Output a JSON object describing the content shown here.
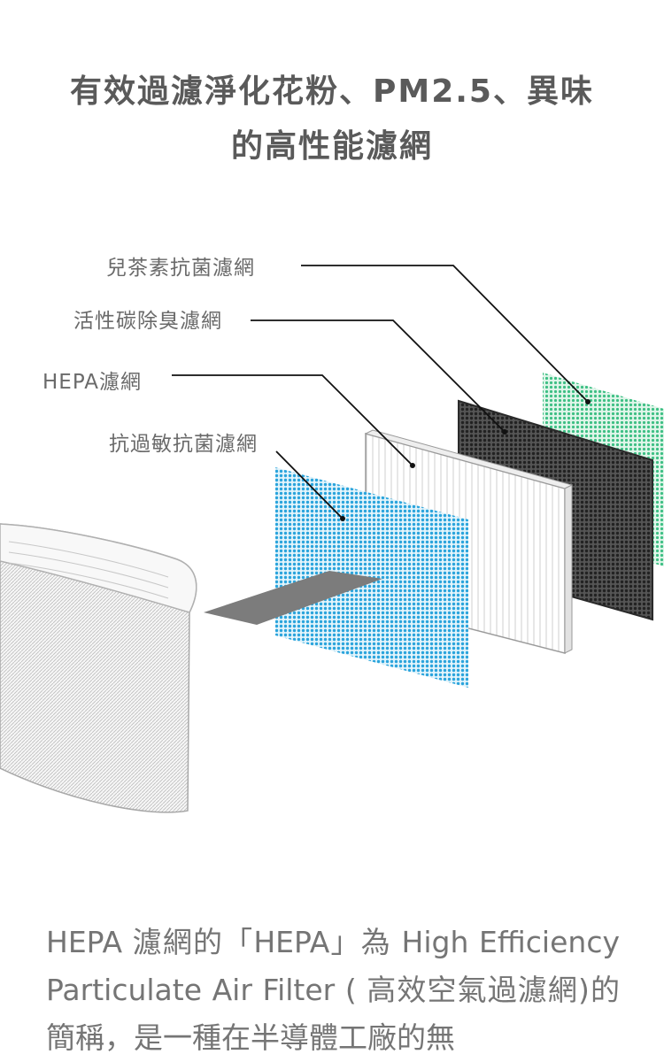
{
  "headline": {
    "line1": "有效過濾淨化花粉、PM2.5、異味",
    "line2": "的高性能濾網"
  },
  "filter_labels": [
    {
      "id": "catechin",
      "text": "兒茶素抗菌濾網",
      "color": "#3dbf84"
    },
    {
      "id": "carbon",
      "text": "活性碳除臭濾網",
      "color": "#333333"
    },
    {
      "id": "hepa",
      "text": "HEPA濾網",
      "color": "#ffffff"
    },
    {
      "id": "antiallergy",
      "text": "抗過敏抗菌濾網",
      "color": "#2aa4dc"
    }
  ],
  "description": "HEPA 濾網的「HEPA」為 High Efficiency Particulate Air Filter ( 高效空氣過濾網)的簡稱，是一種在半導體工廠的無"
}
